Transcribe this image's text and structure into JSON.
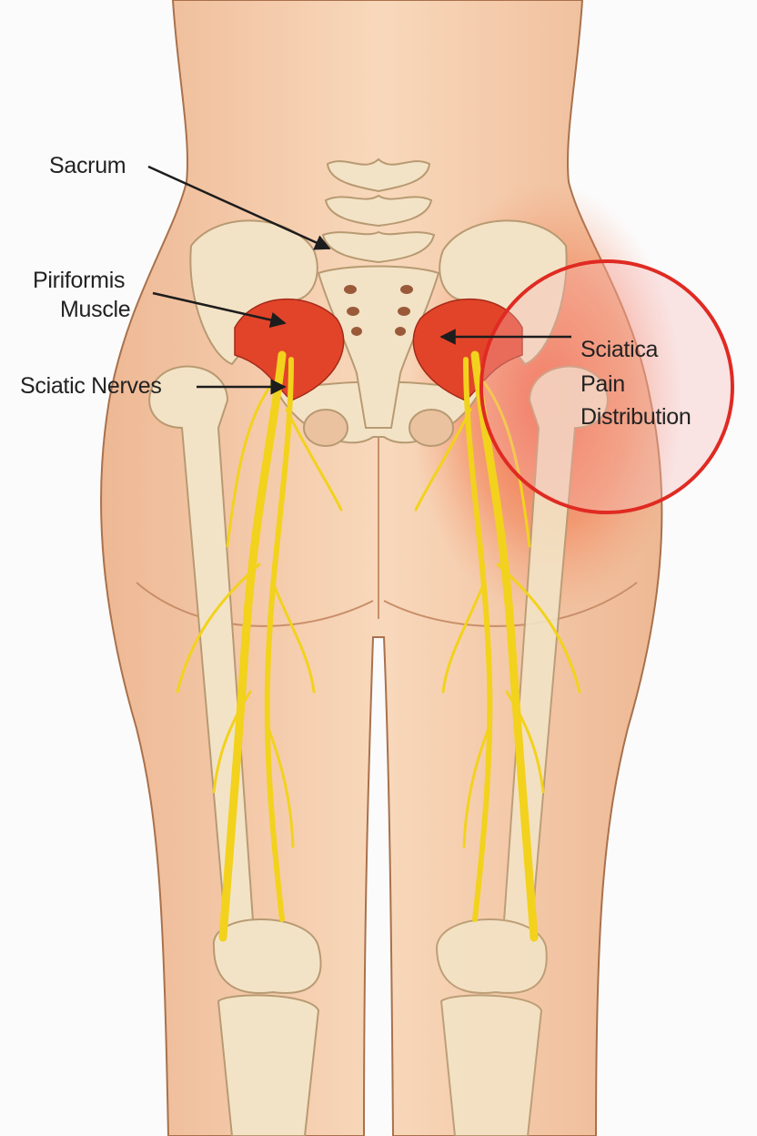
{
  "labels": {
    "sacrum": "Sacrum",
    "piriformis_line1": "Piriformis",
    "piriformis_line2": "Muscle",
    "sciatic_nerves": "Sciatic Nerves",
    "pain_line1": "Sciatica",
    "pain_line2": "Pain",
    "pain_line3": "Distribution"
  },
  "colors": {
    "skin": "#f3c9a4",
    "bone": "#f3e3c6",
    "muscle": "#e2442a",
    "nerve": "#f2d21c",
    "pain_circle": "#e02a22",
    "outline": "#a9714c"
  }
}
